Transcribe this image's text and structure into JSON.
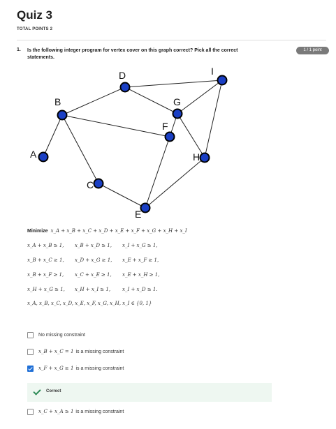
{
  "quiz": {
    "title": "Quiz 3",
    "total_points_label": "TOTAL POINTS 2"
  },
  "question": {
    "number": "1.",
    "text": "Is the following integer program for vertex cover on this graph correct? Pick all the correct statements.",
    "score_badge": "1 / 1 point"
  },
  "graph": {
    "node_fill": "#1a3fc4",
    "node_stroke": "#000000",
    "nodes": [
      {
        "label": "A"
      },
      {
        "label": "B"
      },
      {
        "label": "C"
      },
      {
        "label": "D"
      },
      {
        "label": "E"
      },
      {
        "label": "F"
      },
      {
        "label": "G"
      },
      {
        "label": "H"
      },
      {
        "label": "I"
      }
    ],
    "edges": [
      [
        "A",
        "B"
      ],
      [
        "B",
        "D"
      ],
      [
        "B",
        "C"
      ],
      [
        "B",
        "F"
      ],
      [
        "D",
        "G"
      ],
      [
        "D",
        "I"
      ],
      [
        "G",
        "I"
      ],
      [
        "G",
        "F"
      ],
      [
        "G",
        "H"
      ],
      [
        "I",
        "H"
      ],
      [
        "F",
        "E"
      ],
      [
        "C",
        "E"
      ],
      [
        "E",
        "H"
      ]
    ]
  },
  "program": {
    "minimize_label": "Minimize",
    "objective": "x_A + x_B + x_C + x_D + x_E + x_F + x_G + x_H + x_I",
    "constraint_rows": [
      [
        "x_A + x_B ≥ 1,",
        "x_B + x_D ≥ 1,",
        "x_I + x_G ≥ 1,"
      ],
      [
        "x_B + x_C ≥ 1,",
        "x_D + x_G ≥ 1,",
        "x_E + x_F ≥ 1,"
      ],
      [
        "x_B + x_F ≥ 1,",
        "x_C + x_E ≥ 1,",
        "x_E + x_H ≥ 1,"
      ],
      [
        "x_H + x_G ≥ 1,",
        "x_H + x_I ≥ 1,",
        "x_I + x_D ≥ 1."
      ]
    ],
    "domain": "x_A, x_B, x_C, x_D, x_E, x_F, x_G, x_H, x_I ∈ {0, 1}"
  },
  "options": [
    {
      "math": "",
      "text": "No missing constraint",
      "checked": false
    },
    {
      "math": "x_B + x_C = 1",
      "text": "is a missing constraint",
      "checked": false
    },
    {
      "math": "x_F + x_G ≥ 1",
      "text": "is a missing constraint",
      "checked": true
    },
    {
      "math": "x_C + x_A ≥ 1",
      "text": "is a missing constraint",
      "checked": false
    }
  ],
  "feedback": {
    "text": "Correct",
    "color": "#2e8b57"
  }
}
